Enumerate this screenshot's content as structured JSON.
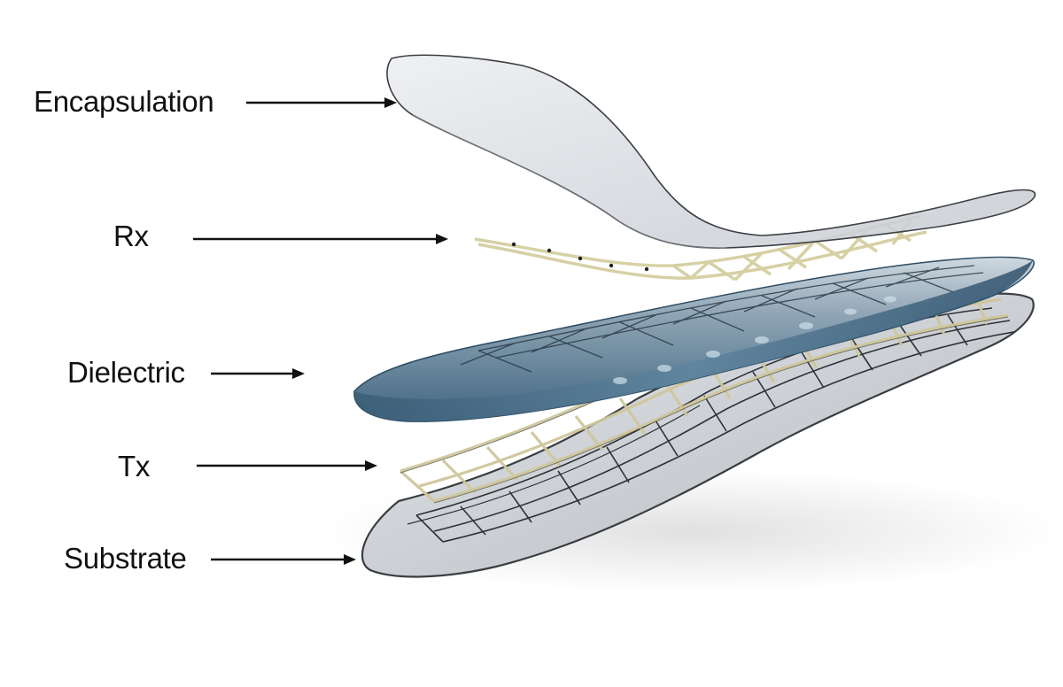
{
  "layers": [
    {
      "id": "encapsulation",
      "label": "Encapsulation"
    },
    {
      "id": "rx",
      "label": "Rx"
    },
    {
      "id": "dielectric",
      "label": "Dielectric"
    },
    {
      "id": "tx",
      "label": "Tx"
    },
    {
      "id": "substrate",
      "label": "Substrate"
    }
  ],
  "colors": {
    "label_text": "#111111",
    "arrow": "#111111",
    "encapsulation_film": "#d9dbe0",
    "dielectric": "#5d7f97",
    "substrate": "#c9cdd2",
    "electrode_mesh": "#d8d2a8"
  }
}
